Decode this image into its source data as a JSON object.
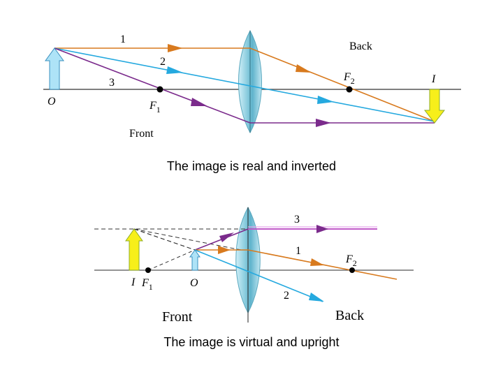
{
  "colors": {
    "ray_orange": "#d87a1e",
    "ray_blue": "#25a9df",
    "ray_purple": "#7b2b8c",
    "ray_magenta": "#c05ac8",
    "axis": "#555555",
    "object_arrow": "#aee3f7",
    "image_arrow": "#f7ef1a",
    "lens": "#8fcfe0"
  },
  "top_diagram": {
    "ray_labels": [
      "1",
      "2",
      "3"
    ],
    "back_label": "Back",
    "front_label": "Front",
    "object_label": "O",
    "image_label": "I",
    "f1_label": "F",
    "f1_sub": "1",
    "f2_label": "F",
    "f2_sub": "2",
    "caption": "The image is real and inverted"
  },
  "bottom_diagram": {
    "ray_labels": [
      "1",
      "2",
      "3"
    ],
    "back_label": "Back",
    "front_label": "Front",
    "object_label": "O",
    "image_label": "I",
    "f1_label": "F",
    "f1_sub": "1",
    "f2_label": "F",
    "f2_sub": "2",
    "caption": "The image is virtual and upright"
  }
}
